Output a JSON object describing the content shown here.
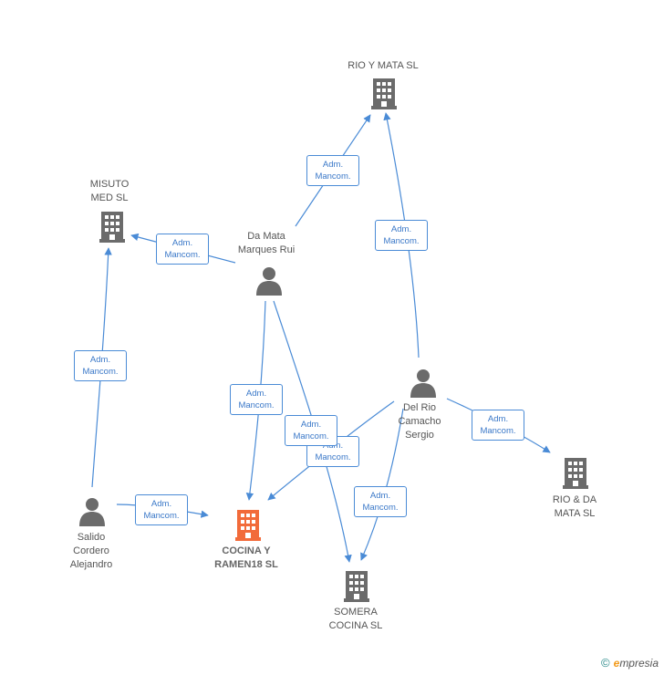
{
  "nodes": {
    "rio_y_mata": {
      "label": "RIO Y MATA  SL",
      "type": "company"
    },
    "misuto": {
      "label": "MISUTO\nMED  SL",
      "type": "company"
    },
    "da_mata": {
      "label": "Da Mata\nMarques Rui",
      "type": "person"
    },
    "del_rio": {
      "label": "Del Rio\nCamacho\nSergio",
      "type": "person"
    },
    "rio_da_mata": {
      "label": "RIO & DA\nMATA  SL",
      "type": "company"
    },
    "salido": {
      "label": "Salido\nCordero\nAlejandro",
      "type": "person"
    },
    "cocina_ramen": {
      "label": "COCINA Y\nRAMEN18  SL",
      "type": "company-focus"
    },
    "somera": {
      "label": "SOMERA\nCOCINA  SL",
      "type": "company"
    }
  },
  "edges": [
    {
      "from": "da_mata",
      "to": "rio_y_mata",
      "label": "Adm.\nMancom."
    },
    {
      "from": "da_mata",
      "to": "misuto",
      "label": "Adm.\nMancom."
    },
    {
      "from": "del_rio",
      "to": "rio_y_mata",
      "label": "Adm.\nMancom."
    },
    {
      "from": "salido",
      "to": "misuto",
      "label": "Adm.\nMancom."
    },
    {
      "from": "da_mata",
      "to": "cocina_ramen",
      "label": "Adm.\nMancom."
    },
    {
      "from": "del_rio",
      "to": "cocina_ramen",
      "label": "Adm.\nMancom."
    },
    {
      "from": "da_mata",
      "to": "somera",
      "label": "Adm.\nMancom."
    },
    {
      "from": "del_rio",
      "to": "rio_da_mata",
      "label": "Adm.\nMancom."
    },
    {
      "from": "del_rio",
      "to": "somera",
      "label": "Adm.\nMancom."
    },
    {
      "from": "salido",
      "to": "cocina_ramen",
      "label": "Adm.\nMancom."
    }
  ],
  "colors": {
    "edge": "#4a8bd6",
    "icon": "#6b6b6b",
    "focus_icon": "#f26b3a"
  },
  "brand": {
    "copyright": "©",
    "initial": "e",
    "name": "mpresia"
  }
}
